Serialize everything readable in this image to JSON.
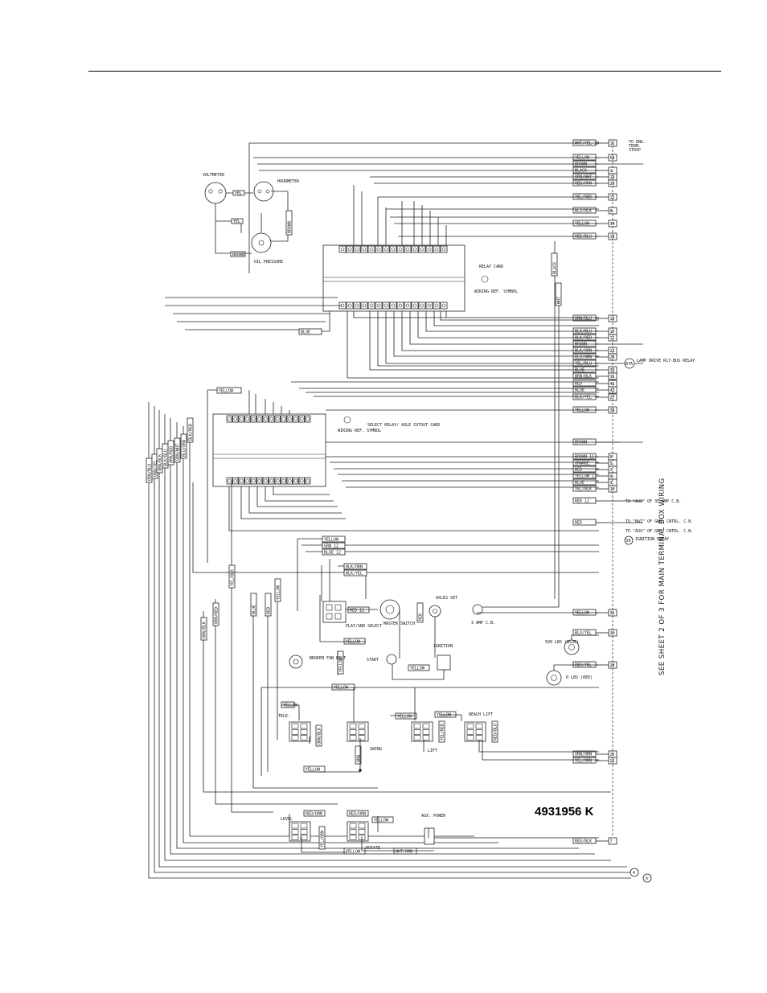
{
  "drawing_number": "4931956 K",
  "side_note": "SEE SHEET 2 OF 3 FOR MAIN TERMINAL BOX WIRING",
  "components": {
    "voltmeter": "VOLTMETER",
    "hourmeter": "HOURMETER",
    "oil_pressure": "OIL PRESSURE",
    "relay_card": "RELAY CARD",
    "wiring_ref_symbol_1": "WIRING REF. SYMBOL",
    "select_relay": "SELECT RELAY/ AXLE CUTOUT CARD",
    "wiring_ref_symbol_2": "WIRING REF. SYMBOL",
    "plat_gnd_select": "PLAT/GND SELECT",
    "master_switch": "MASTER SWITCH",
    "axles_set": "AXLES SET",
    "amp_cb": "3 AMP C.B.",
    "broken_fan_belt": "BROKEN FAN BELT",
    "start": "START",
    "ignition": "IGNITION",
    "lbs_500": "500 LBS (BLUE)",
    "lbs_0": "0 LBS (RED)",
    "tele": "TELE.",
    "swing": "SWING",
    "lift": "LIFT",
    "reach_lift": "REACH LIFT",
    "level": "LEVEL",
    "rotate": "ROTATE",
    "aux_power": "AUX. POWER"
  },
  "notes": {
    "to_eng_term": "TO ENG. TERM. STRIP",
    "to_aux": "TO \"AUX\" OF 35 AMP C.B.",
    "to_bat": "TO \"BAT\" OF GND. CNTRL. C.B.",
    "to_aux_gnd": "TO \"AUX\" OF GND. CNTRL. C.B.",
    "ignition_relay": "IGNITION RELAY",
    "lamp_drive": "LAMP DRIVE RLY-BUS RELAY",
    "n50": "50",
    "n87a": "87A"
  },
  "right_terminals": [
    {
      "wire": "WHT/YEL 18",
      "num": "11"
    },
    {
      "wire": "YELLOW",
      "num": "58"
    },
    {
      "wire": "BROWN",
      "num": ""
    },
    {
      "wire": "BLACK",
      "num": "1"
    },
    {
      "wire": "ORN/WHT",
      "num": "14"
    },
    {
      "wire": "RED/ORN",
      "num": "23"
    },
    {
      "wire": "YEL/RED",
      "num": "15"
    },
    {
      "wire": "BLU/BLK",
      "num": "8"
    },
    {
      "wire": "YELLOW",
      "num": "34"
    },
    {
      "wire": "RED/BLU",
      "num": "18"
    },
    {
      "wire": "ORN/BLU",
      "num": "19"
    },
    {
      "wire": "BLK/BLU",
      "num": "17"
    },
    {
      "wire": "BLK/RED",
      "num": "12"
    },
    {
      "wire": "BROWN",
      "num": ""
    },
    {
      "wire": "BLK/ORN",
      "num": "22"
    },
    {
      "wire": "BLU/ORN",
      "num": "24"
    },
    {
      "wire": "YEL/BLU",
      "num": ""
    },
    {
      "wire": "BLUE",
      "num": "39"
    },
    {
      "wire": "BRN/BLK",
      "num": "11"
    },
    {
      "wire": "RED",
      "num": "42"
    },
    {
      "wire": "BLUE",
      "num": "43"
    },
    {
      "wire": "BLK/YEL",
      "num": "27"
    },
    {
      "wire": "YELLOW",
      "num": "34"
    },
    {
      "wire": "BROWN",
      "num": ""
    },
    {
      "wire": "BROWN 11",
      "num": "6"
    },
    {
      "wire": "ORANGE",
      "num": "5"
    },
    {
      "wire": "RED",
      "num": "2"
    },
    {
      "wire": "YELLOW 11",
      "num": "9"
    },
    {
      "wire": "BLUE",
      "num": "3"
    },
    {
      "wire": "YEL/BLK",
      "num": "10"
    },
    {
      "wire": "RED 12",
      "num": ""
    },
    {
      "wire": "RED",
      "num": ""
    },
    {
      "wire": "YELLOW",
      "num": "31"
    },
    {
      "wire": "BLU/YEL",
      "num": "20"
    },
    {
      "wire": "RED/YEL",
      "num": "28"
    },
    {
      "wire": "ORN/ORN",
      "num": "26"
    },
    {
      "wire": "YEL/ORN",
      "num": "25"
    },
    {
      "wire": "RED/BLK",
      "num": "7"
    }
  ],
  "bottom_refs": [
    "4",
    "6"
  ],
  "left_vertical_labels": [
    "ORN/BLU",
    "ORN/YEL",
    "ORN/BLK",
    "BLK/BLU",
    "ORN/RED",
    "ORN/WHT",
    "BLU/ORN",
    "BLK/RED"
  ],
  "inner_vertical_labels": [
    "ORN/BLK",
    "ORN/RED",
    "YEL/BLK",
    "BLUE",
    "RED",
    "YELLOW"
  ],
  "mid_labels": {
    "blue_relay": "BLUE",
    "yellow_select": "YELLOW",
    "yellow_plat": "YELLOW",
    "grn12": "GRN 12",
    "blue12": "BLUE 12",
    "blk_orn": "BLK/ORN",
    "blk_yel": "BLK/YEL",
    "red12_plat": "RED 12",
    "yellow_start": "YELLOW",
    "yellow_ign": "YELLOW",
    "yellow_tele": "YELLOW",
    "yellow_lift": "YELLOW",
    "yellow_reach": "YELLOW",
    "yellow_bus": "YELLOW",
    "red_orn_1": "RED/ORN",
    "red_orn_2": "RED/ORN",
    "yellow_aux": "YELLOW",
    "yel_orn": "YEL/ORN",
    "wht_orn": "WHT/ORN",
    "yellow_level": "YELLOW",
    "yellow_cir": "YELLOW",
    "black_v": "BLACK",
    "wht_v": "WHT",
    "red_v": "RED",
    "brown_v": "BROWN",
    "yellow_v2": "YELLOW"
  }
}
